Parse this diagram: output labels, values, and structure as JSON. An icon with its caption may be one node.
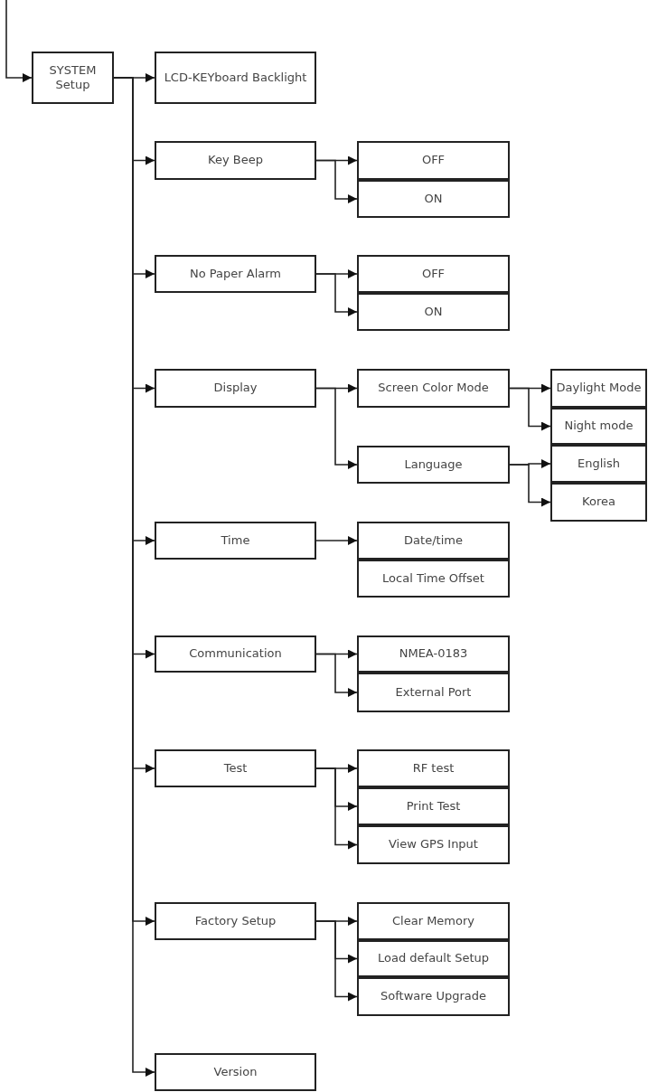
{
  "diagram": {
    "nodes": [
      {
        "text": [
          "SYSTEM Setup"
        ]
      },
      {
        "text": [
          "LCD-KEYboard Backlight"
        ]
      },
      {
        "text": [
          "Key Beep"
        ]
      },
      {
        "text": [
          "OFF"
        ]
      },
      {
        "text": [
          "ON"
        ]
      },
      {
        "text": [
          "No Paper Alarm"
        ]
      },
      {
        "text": [
          "OFF"
        ]
      },
      {
        "text": [
          "ON"
        ]
      },
      {
        "text": [
          "Display"
        ]
      },
      {
        "text": [
          "Screen Color Mode"
        ]
      },
      {
        "text": [
          "Daylight Mode"
        ]
      },
      {
        "text": [
          "Night mode"
        ]
      },
      {
        "text": [
          "Language"
        ]
      },
      {
        "text": [
          "English"
        ]
      },
      {
        "text": [
          "Korea"
        ]
      },
      {
        "text": [
          "Time"
        ]
      },
      {
        "text": [
          "Date/time"
        ]
      },
      {
        "text": [
          "Local Time Offset"
        ]
      },
      {
        "text": [
          "Communication"
        ]
      },
      {
        "text": [
          "NMEA-0183"
        ]
      },
      {
        "text": [
          "External Port"
        ]
      },
      {
        "text": [
          "Test"
        ]
      },
      {
        "text": [
          "RF test"
        ]
      },
      {
        "text": [
          "Print Test"
        ]
      },
      {
        "text": [
          "View GPS Input"
        ]
      },
      {
        "text": [
          "Factory Setup"
        ]
      },
      {
        "text": [
          "Clear Memory"
        ]
      },
      {
        "text": [
          "Load default Setup"
        ]
      },
      {
        "text": [
          "Software Upgrade"
        ]
      },
      {
        "text": [
          "Version"
        ]
      }
    ],
    "edges": [
      {
        "from": null,
        "to": 0,
        "arrow": "to"
      },
      {
        "from": 0,
        "to": 1,
        "arrow": "to"
      },
      {
        "from": 0,
        "to": 2,
        "arrow": "to"
      },
      {
        "from": 2,
        "to": 3,
        "arrow": "to"
      },
      {
        "from": 2,
        "to": 4,
        "arrow": "to"
      },
      {
        "from": 0,
        "to": 5,
        "arrow": "to"
      },
      {
        "from": 5,
        "to": 6,
        "arrow": "to"
      },
      {
        "from": 5,
        "to": 7,
        "arrow": "to"
      },
      {
        "from": 0,
        "to": 8,
        "arrow": "to"
      },
      {
        "from": 8,
        "to": 9,
        "arrow": "to"
      },
      {
        "from": 9,
        "to": 10,
        "arrow": "to"
      },
      {
        "from": 9,
        "to": 11,
        "arrow": "to"
      },
      {
        "from": 8,
        "to": 12,
        "arrow": "to"
      },
      {
        "from": 12,
        "to": 13,
        "arrow": "to"
      },
      {
        "from": 12,
        "to": 14,
        "arrow": "to"
      },
      {
        "from": 0,
        "to": 15,
        "arrow": "to"
      },
      {
        "from": 15,
        "to": 16,
        "arrow": "to"
      },
      {
        "from": 0,
        "to": 18,
        "arrow": "to"
      },
      {
        "from": 18,
        "to": 19,
        "arrow": "to"
      },
      {
        "from": 18,
        "to": 20,
        "arrow": "to"
      },
      {
        "from": 0,
        "to": 21,
        "arrow": "to"
      },
      {
        "from": 21,
        "to": 22,
        "arrow": "to"
      },
      {
        "from": 21,
        "to": 23,
        "arrow": "to"
      },
      {
        "from": 21,
        "to": 24,
        "arrow": "to"
      },
      {
        "from": 0,
        "to": 25,
        "arrow": "to"
      },
      {
        "from": 25,
        "to": 26,
        "arrow": "to"
      },
      {
        "from": 25,
        "to": 27,
        "arrow": "to"
      },
      {
        "from": 25,
        "to": 28,
        "arrow": "to"
      },
      {
        "from": 0,
        "to": 29,
        "arrow": "to"
      }
    ]
  }
}
